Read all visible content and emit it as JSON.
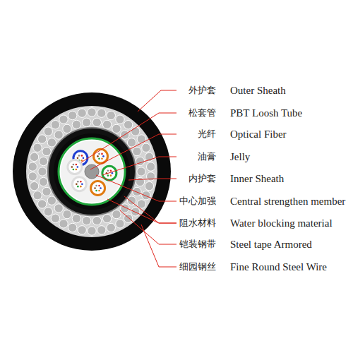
{
  "diagram": {
    "labels": [
      "外护套",
      "Outer Sheath",
      "松套管",
      "PBT Loosh Tube",
      "光纤",
      "Optical Fiber",
      "油膏",
      "Jelly",
      "内护套",
      "Inner Sheath",
      "中心加强",
      "Central strengthen member",
      "阻水材料",
      "Water blocking material",
      "铠装钢带",
      "Steel tape Armored",
      "细园钢丝",
      "Fine Round Steel Wire"
    ]
  }
}
